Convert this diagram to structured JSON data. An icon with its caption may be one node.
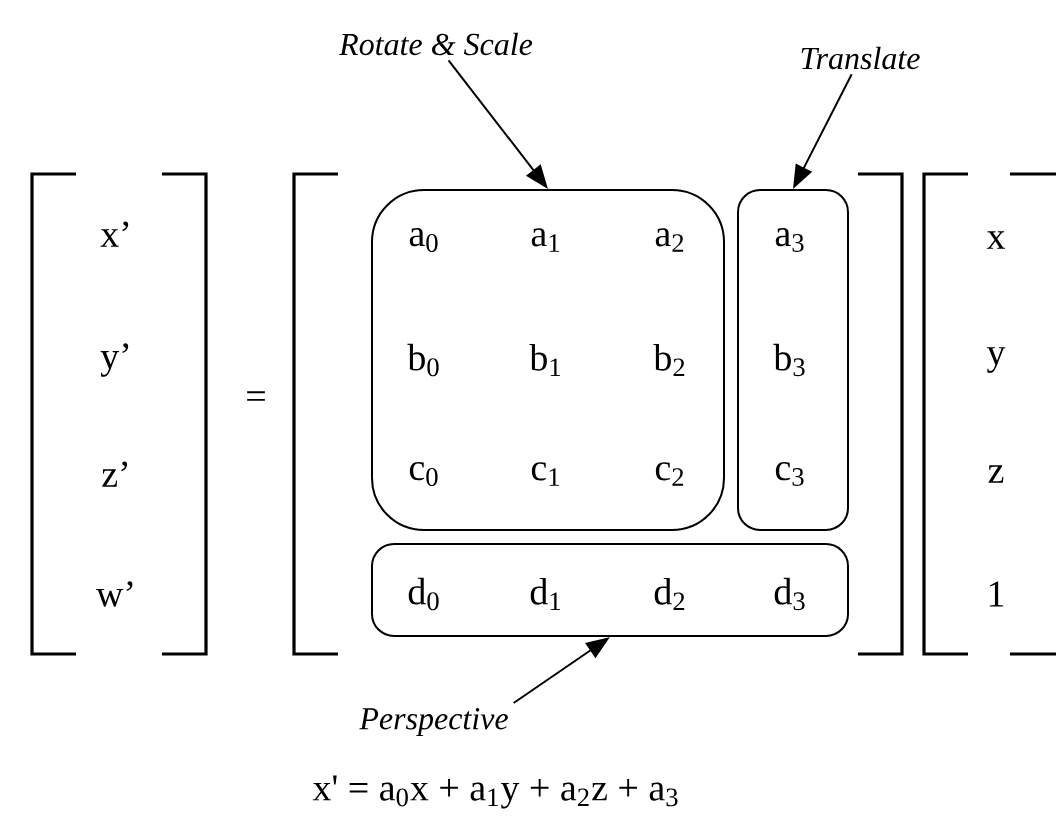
{
  "diagram": {
    "nodes": [
      {
        "text": [
          "Rotate & Scale"
        ]
      },
      {
        "text": [
          "Translate"
        ]
      },
      {
        "text": [
          "a$_{0}$",
          "a$_{1}$",
          "a$_{2}$",
          "b$_{0}$",
          "b$_{1}$",
          "b$_{2}$",
          "c$_{0}$",
          "c$_{1}$",
          "c$_{2}$"
        ]
      },
      {
        "text": [
          "a$_{3}$",
          "b$_{3}$",
          "c$_{3}$"
        ]
      },
      {
        "text": [
          "d$_{0}$",
          "d$_{1}$",
          "d$_{2}$",
          "d$_{3}$"
        ]
      },
      {
        "text": [
          "Perspective"
        ]
      }
    ],
    "edges": [
      {
        "from": 0,
        "to": 2,
        "arrow": "to"
      },
      {
        "from": 1,
        "to": 3,
        "arrow": "to"
      },
      {
        "from": 5,
        "to": 4,
        "arrow": "to"
      }
    ],
    "labels": [
      "x’",
      "y’",
      "z’",
      "w’",
      "=",
      "x",
      "y",
      "z",
      "1",
      "x' = a$_{0}$x + a$_{1}$y + a$_{2}$z + a$_{3}$"
    ]
  }
}
